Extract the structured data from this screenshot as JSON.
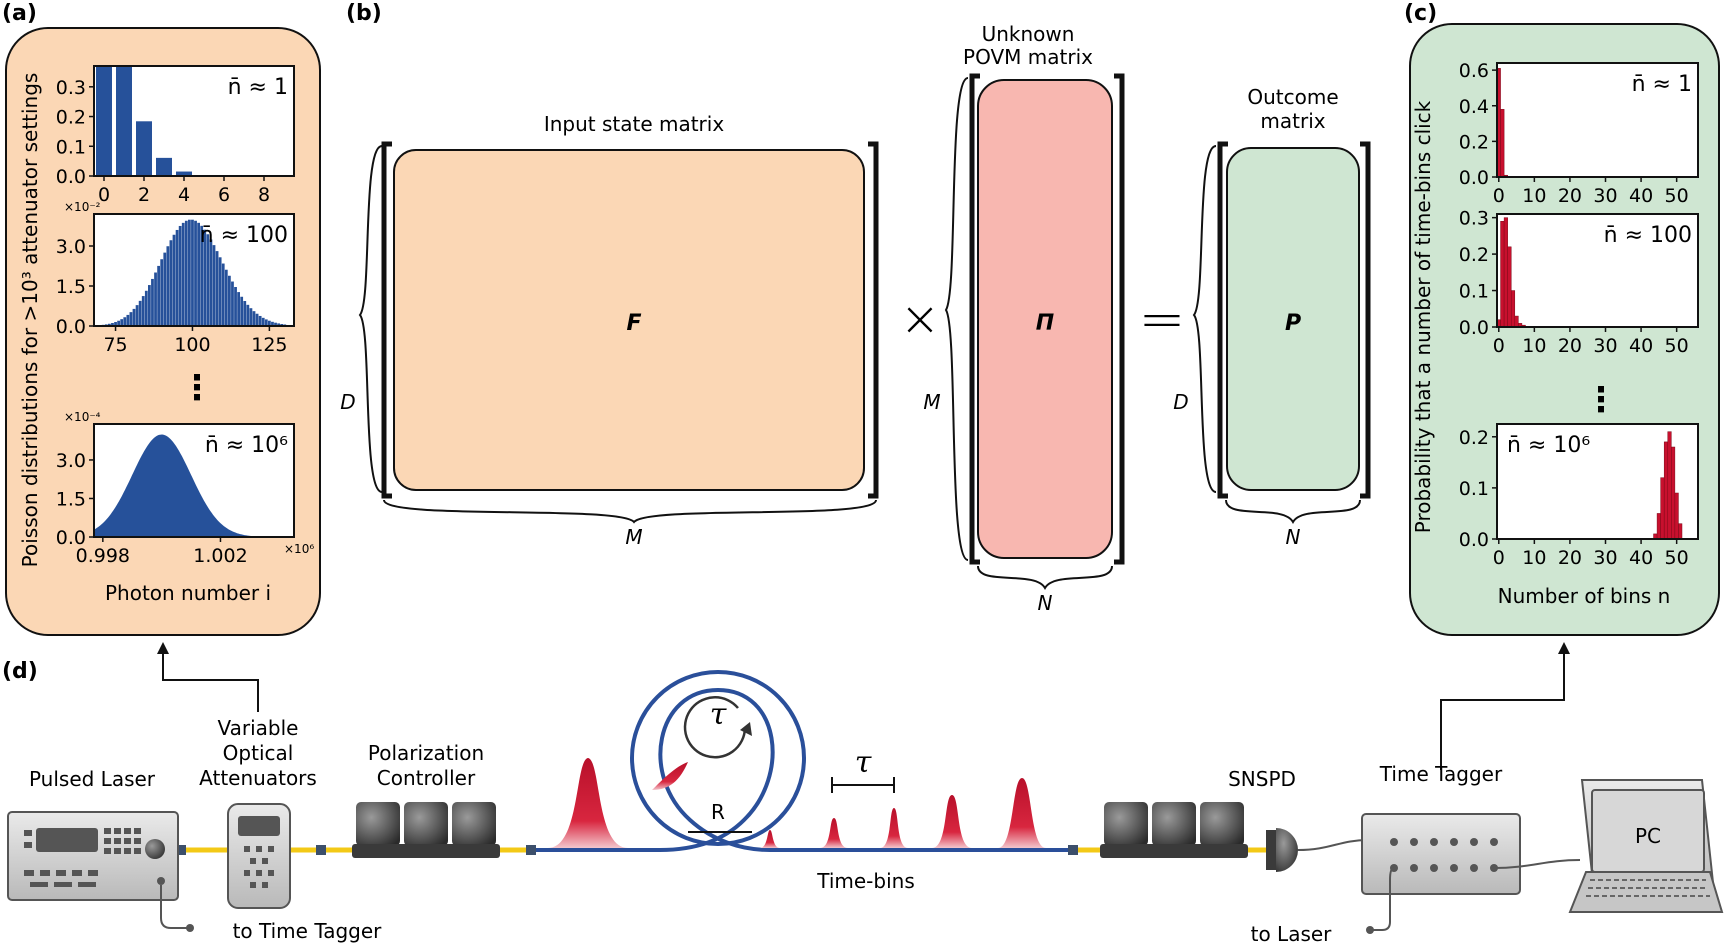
{
  "panels": {
    "a": "(a)",
    "b": "(b)",
    "c": "(c)",
    "d": "(d)"
  },
  "panel_a": {
    "ylabel": "Poisson distributions for >10³ attenuator settings",
    "xlabel": "Photon number i",
    "ellipsis": "⋮"
  },
  "panel_b": {
    "input_title": "Input state matrix",
    "povm_title_1": "Unknown",
    "povm_title_2": "POVM matrix",
    "outcome_title_1": "Outcome",
    "outcome_title_2": "matrix",
    "F": "F",
    "Pi": "Π",
    "P": "P",
    "times": "×",
    "equals": "=",
    "D1": "D",
    "M1": "M",
    "M2": "M",
    "N1": "N",
    "D2": "D",
    "N2": "N"
  },
  "panel_c": {
    "ylabel": "Probability that a number of time-bins click",
    "xlabel": "Number of bins n",
    "ellipsis": "⋮"
  },
  "panel_d": {
    "pulsed_laser": "Pulsed Laser",
    "voa_1": "Variable",
    "voa_2": "Optical",
    "voa_3": "Attenuators",
    "pol_1": "Polarization",
    "pol_2": "Controller",
    "snspd": "SNSPD",
    "time_tagger": "Time Tagger",
    "pc": "PC",
    "to_time_tagger": "to Time Tagger",
    "to_laser": "to Laser",
    "time_bins": "Time-bins",
    "tau_loop": "τ",
    "tau_bins": "τ",
    "R": "R"
  },
  "colors": {
    "orange_panel": "#fbd7b5",
    "green_panel": "#cfe6d2",
    "pink_matrix": "#f8b7b0",
    "bar_blue": "#26519a",
    "bar_red": "#c8102e",
    "fiber_blue": "#2a4f9a",
    "fiber_yellow": "#f3c916"
  },
  "chart_data": [
    {
      "type": "bar",
      "panel": "a",
      "label": "n̄ ≈ 1",
      "x": [
        0,
        1,
        2,
        3,
        4,
        5
      ],
      "values": [
        0.368,
        0.368,
        0.184,
        0.061,
        0.015,
        0.003
      ],
      "xticks": [
        "0",
        "2",
        "4",
        "6",
        "8"
      ],
      "xtick_values": [
        0,
        2,
        4,
        6,
        8
      ],
      "yticks": [
        "0.0",
        "0.1",
        "0.2",
        "0.3"
      ],
      "ytick_values": [
        0,
        0.1,
        0.2,
        0.3
      ],
      "xlim": [
        -0.5,
        9.5
      ],
      "ylim": [
        0,
        0.37
      ]
    },
    {
      "type": "bar",
      "panel": "a",
      "label": "n̄ ≈ 100",
      "poisson_mean": 100,
      "x_range": [
        70,
        130
      ],
      "xticks": [
        "75",
        "100",
        "125"
      ],
      "xtick_values": [
        75,
        100,
        125
      ],
      "yticks": [
        "0.0",
        "1.5",
        "3.0"
      ],
      "ytick_values": [
        0,
        1.5,
        3.0
      ],
      "y_multiplier": "×10⁻²",
      "xlim": [
        68,
        133
      ],
      "ylim": [
        0,
        4.2
      ]
    },
    {
      "type": "area",
      "panel": "a",
      "label": "n̄ ≈ 10⁶",
      "poisson_mean": 1000000,
      "xticks": [
        "0.998",
        "1.002"
      ],
      "xtick_values": [
        0.998,
        1.002
      ],
      "x_multiplier": "×10⁶",
      "yticks": [
        "0.0",
        "1.5",
        "3.0"
      ],
      "ytick_values": [
        0,
        1.5,
        3.0
      ],
      "y_multiplier": "×10⁻⁴",
      "peak": 3.99,
      "xlim": [
        0.9977,
        1.0045
      ],
      "ylim": [
        0,
        4.4
      ]
    },
    {
      "type": "bar",
      "panel": "c",
      "label": "n̄ ≈ 1",
      "x": [
        0,
        1,
        2
      ],
      "values": [
        0.61,
        0.38,
        0.01
      ],
      "xticks": [
        "0",
        "10",
        "20",
        "30",
        "40",
        "50"
      ],
      "xtick_values": [
        0,
        10,
        20,
        30,
        40,
        50
      ],
      "yticks": [
        "0.0",
        "0.2",
        "0.4",
        "0.6"
      ],
      "ytick_values": [
        0,
        0.2,
        0.4,
        0.6
      ],
      "xlim": [
        -0.5,
        56
      ],
      "ylim": [
        0,
        0.64
      ]
    },
    {
      "type": "bar",
      "panel": "c",
      "label": "n̄ ≈ 100",
      "x": [
        0,
        1,
        2,
        3,
        4,
        5,
        6,
        7
      ],
      "values": [
        0.02,
        0.29,
        0.3,
        0.22,
        0.1,
        0.03,
        0.01,
        0.005
      ],
      "xticks": [
        "0",
        "10",
        "20",
        "30",
        "40",
        "50"
      ],
      "xtick_values": [
        0,
        10,
        20,
        30,
        40,
        50
      ],
      "yticks": [
        "0.0",
        "0.1",
        "0.2",
        "0.3"
      ],
      "ytick_values": [
        0,
        0.1,
        0.2,
        0.3
      ],
      "xlim": [
        -0.5,
        56
      ],
      "ylim": [
        0,
        0.31
      ]
    },
    {
      "type": "bar",
      "panel": "c",
      "label": "n̄ ≈ 10⁶",
      "x": [
        44,
        45,
        46,
        47,
        48,
        49,
        50,
        51
      ],
      "values": [
        0.01,
        0.05,
        0.12,
        0.19,
        0.21,
        0.18,
        0.09,
        0.03
      ],
      "xticks": [
        "0",
        "10",
        "20",
        "30",
        "40",
        "50"
      ],
      "xtick_values": [
        0,
        10,
        20,
        30,
        40,
        50
      ],
      "yticks": [
        "0.0",
        "0.1",
        "0.2"
      ],
      "ytick_values": [
        0,
        0.1,
        0.2
      ],
      "xlim": [
        -0.5,
        56
      ],
      "ylim": [
        0,
        0.225
      ]
    }
  ]
}
